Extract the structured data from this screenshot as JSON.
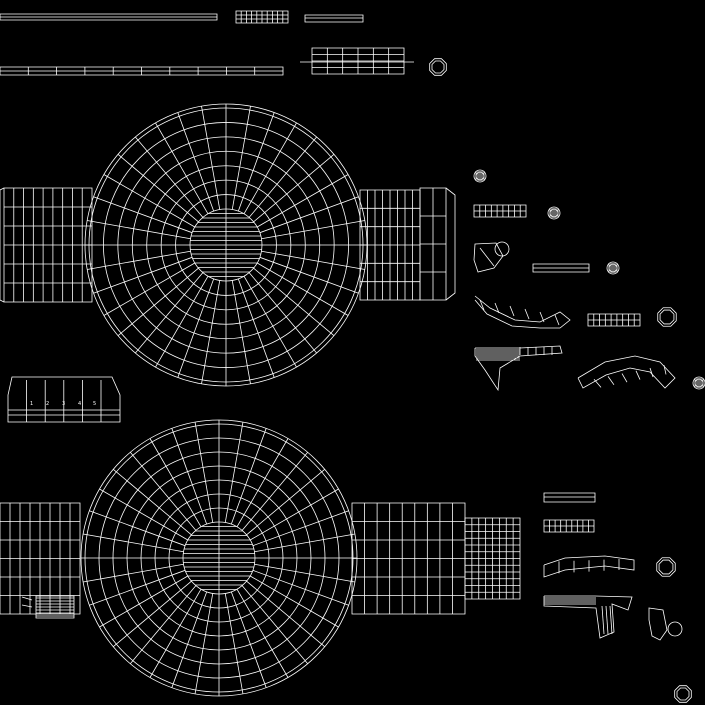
{
  "canvas": {
    "background": "#000000",
    "wire_color": "#ffffff"
  },
  "labels": [
    "1",
    "2",
    "3",
    "4",
    "5"
  ]
}
